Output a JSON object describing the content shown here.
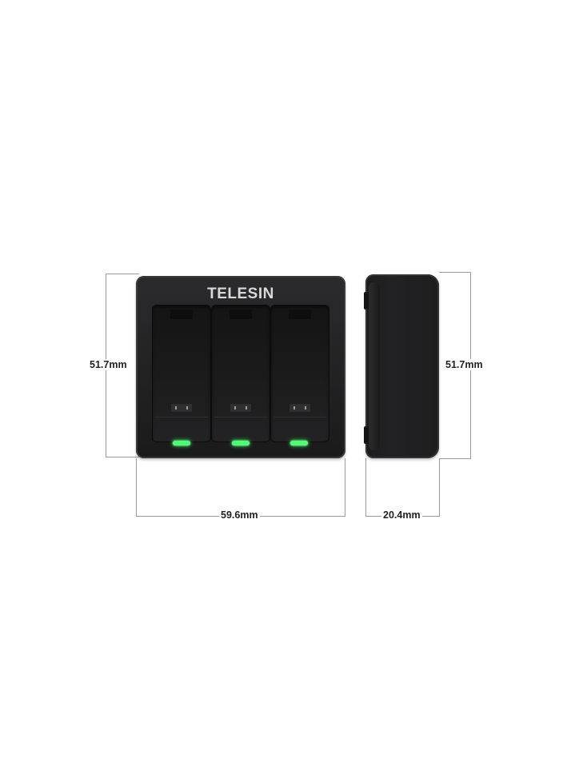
{
  "product": {
    "brand": "TELESIN",
    "led_color": "#4dff72",
    "body_color": "#1e1e1f"
  },
  "dimensions": {
    "front_height": "51.7mm",
    "front_width": "59.6mm",
    "side_height": "51.7mm",
    "side_depth": "20.4mm"
  }
}
